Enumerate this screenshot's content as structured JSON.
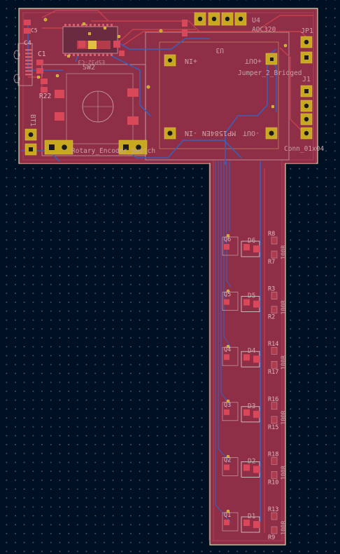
{
  "board": {
    "copper_color": "#8e2e47",
    "edge_color": "#d8d8b0",
    "background": "#001023",
    "trace_front": "#c7404a",
    "trace_back": "#3a60b8"
  },
  "labels": {
    "u4_ref": "U4",
    "u4_value": "AOC320",
    "u3_ref": "U3",
    "in_plus": "+IN",
    "out_plus": "+OUT",
    "in_minus": "-IN",
    "out_minus": "-OUT",
    "module_text": "MP1584EN",
    "jumper_value": "Jumper_2_Bridged",
    "jp1_ref": "JP1",
    "j1_ref": "J1",
    "conn_value": "Conn_01x04",
    "sw2_ref": "SW2",
    "encoder_value": "Rotary_Encoder_Switch",
    "bt1_ref": "BT1",
    "c1_ref": "C1",
    "r22_ref": "R22",
    "c4_ref": "C4",
    "c5_ref": "C5",
    "chip_value": "ESP32-C3"
  },
  "led_groups": [
    {
      "d": "D6",
      "q": "Q6",
      "r_top": "R8",
      "r_bot": "R7",
      "value": "100R"
    },
    {
      "d": "D5",
      "q": "Q5",
      "r_top": "R3",
      "r_bot": "R2",
      "value": "100R"
    },
    {
      "d": "D4",
      "q": "Q4",
      "r_top": "R14",
      "r_bot": "R17",
      "value": "100R"
    },
    {
      "d": "D3",
      "q": "Q3",
      "r_top": "R16",
      "r_bot": "R15",
      "value": "100R"
    },
    {
      "d": "D2",
      "q": "Q2",
      "r_top": "R18",
      "r_bot": "R10",
      "value": "100R"
    },
    {
      "d": "D1",
      "q": "Q1",
      "r_top": "R13",
      "r_bot": "R9",
      "value": "100R"
    }
  ]
}
